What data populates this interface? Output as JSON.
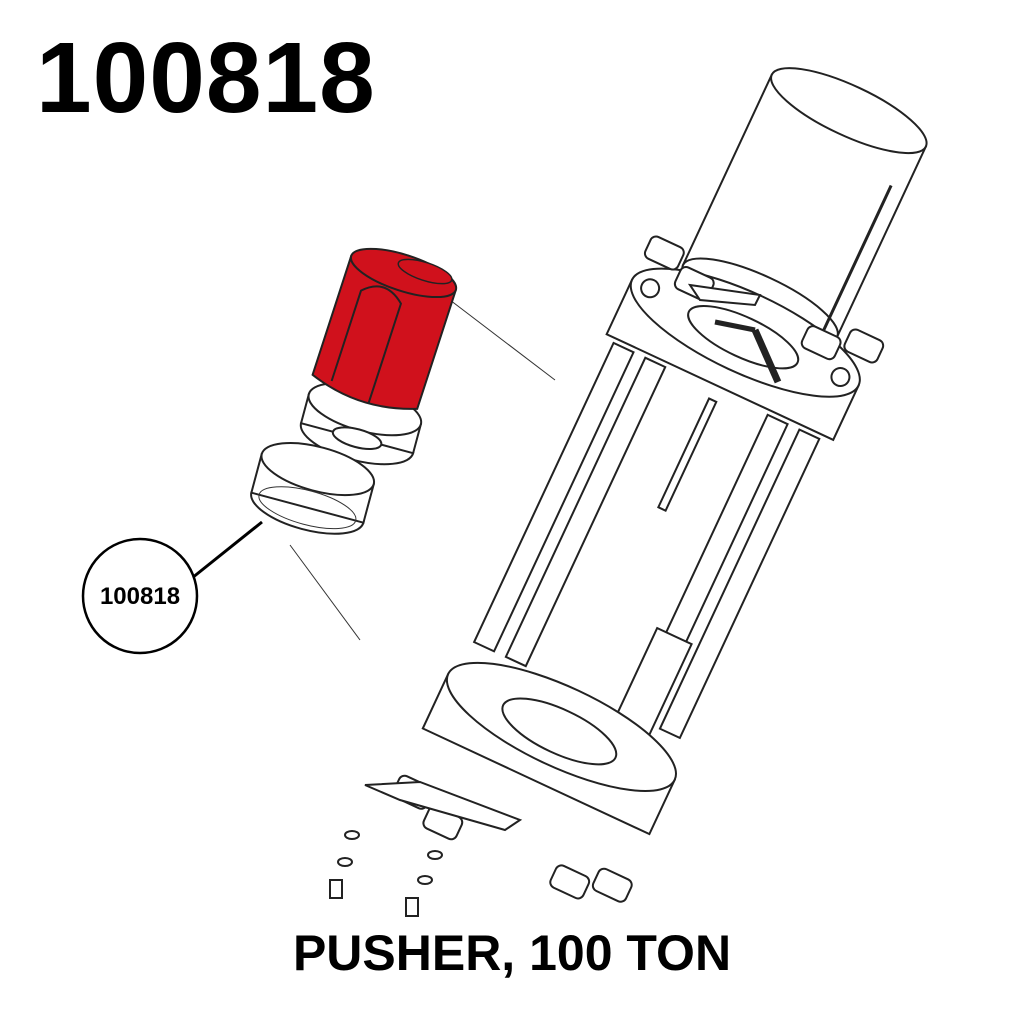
{
  "part_number": "100818",
  "callout_label": "100818",
  "caption": "PUSHER, 100 TON",
  "colors": {
    "highlight": "#d0111c",
    "line": "#222222"
  }
}
